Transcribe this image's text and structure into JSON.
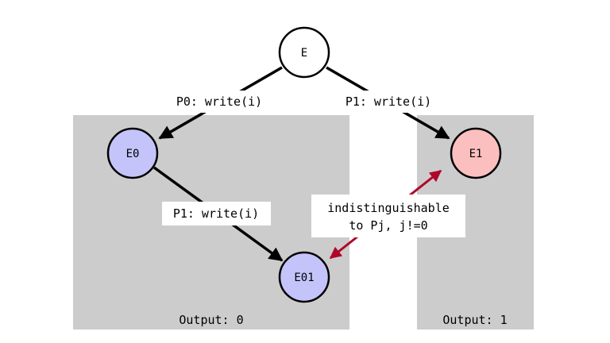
{
  "regions": [
    {
      "id": "left",
      "output_label": "Output: 0"
    },
    {
      "id": "right",
      "output_label": "Output: 1"
    }
  ],
  "nodes": {
    "root": {
      "label": "E",
      "fill": "#ffffff"
    },
    "e0": {
      "label": "E0",
      "fill": "#c4c4fb"
    },
    "e1": {
      "label": "E1",
      "fill": "#fcbfbf"
    },
    "e01": {
      "label": "E01",
      "fill": "#c4c4fb"
    }
  },
  "edges": {
    "root_e0": {
      "label": "P0: write(i)"
    },
    "root_e1": {
      "label": "P1: write(i)"
    },
    "e0_e01": {
      "label": "P1: write(i)"
    }
  },
  "annotation": {
    "line1": "indistinguishable",
    "line2": "to Pj, j!=0",
    "color": "#b0062a"
  },
  "colors": {
    "region_fill": "#cccccc",
    "edge": "#000000",
    "label_bg": "#ffffff"
  }
}
